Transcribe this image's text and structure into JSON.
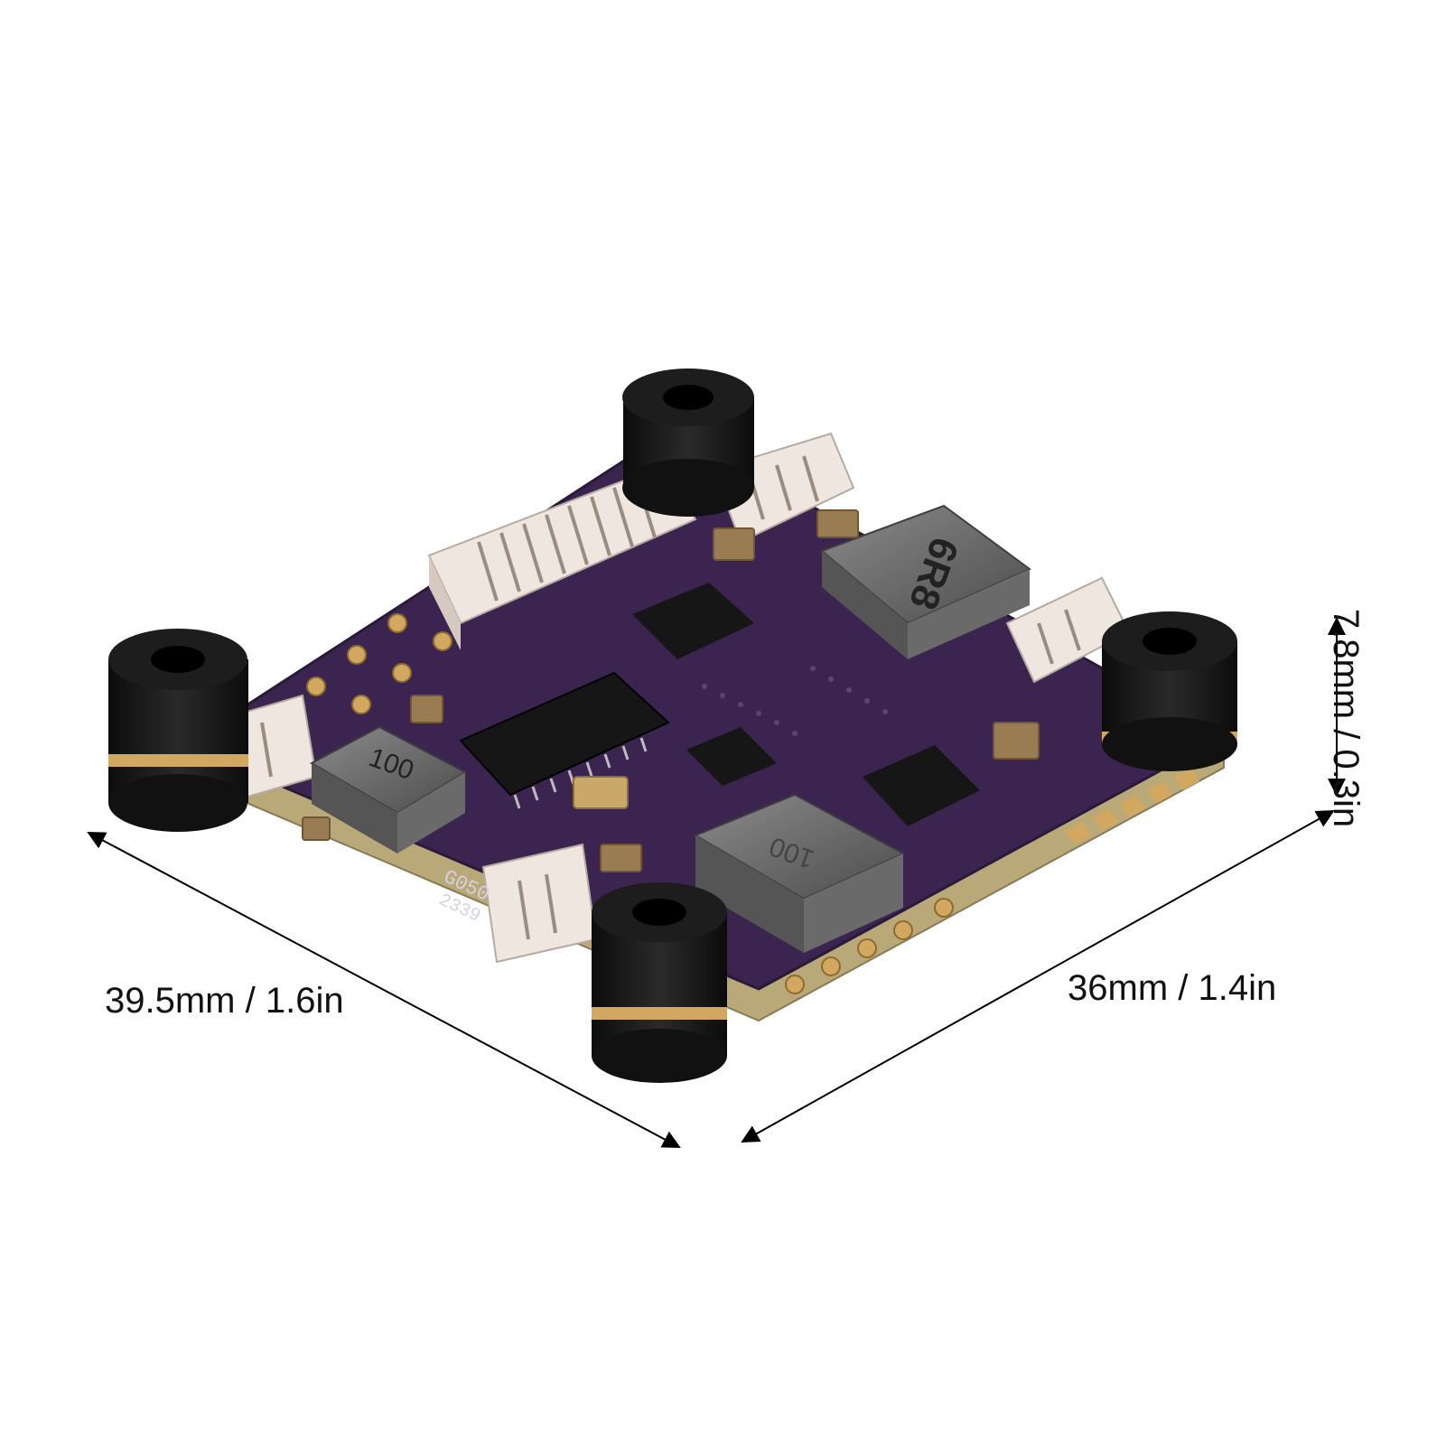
{
  "dimensions": {
    "width": "39.5mm / 1.6in",
    "depth": "36mm / 1.4in",
    "height": "7.8mm / 0.3in"
  },
  "board": {
    "inductor_large": "6R8",
    "inductor_left": "100",
    "inductor_bottom": "100",
    "marking_code": "G050",
    "marking_number": "2339"
  },
  "colors": {
    "pcb": "#3b2550",
    "pcb_edge": "#b9a878",
    "grommet": "#141414",
    "connector": "#efe6df",
    "inductor": "#6f6f6f",
    "gold": "#d2a860",
    "arrow": "#000000"
  }
}
